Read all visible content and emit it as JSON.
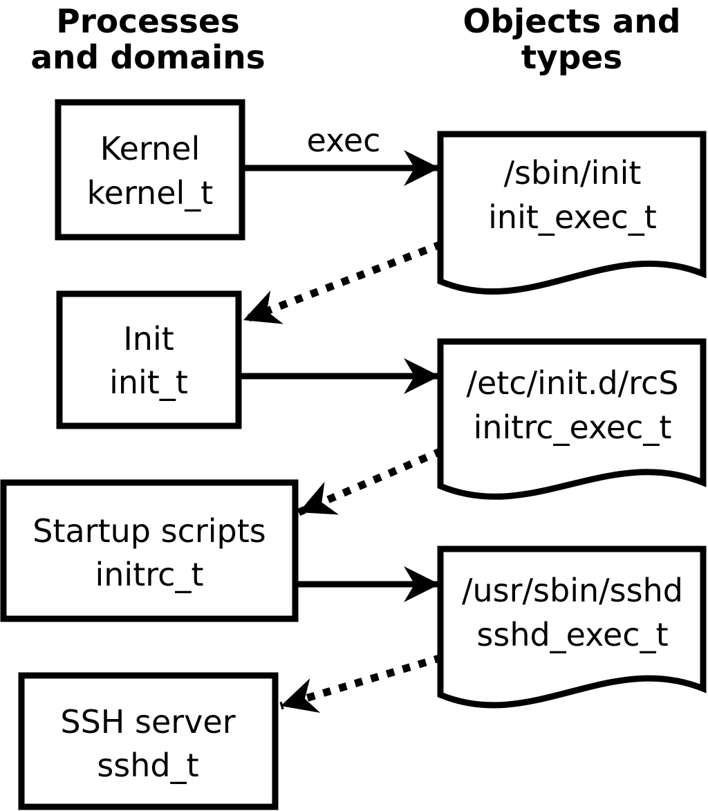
{
  "diagram": {
    "headers": {
      "left": {
        "line1": "Processes",
        "line2": "and domains"
      },
      "right": {
        "line1": "Objects and",
        "line2": "types"
      }
    },
    "processes": [
      {
        "name": "Kernel",
        "type": "kernel_t"
      },
      {
        "name": "Init",
        "type": "init_t"
      },
      {
        "name": "Startup scripts",
        "type": "initrc_t"
      },
      {
        "name": "SSH server",
        "type": "sshd_t"
      }
    ],
    "objects": [
      {
        "path": "/sbin/init",
        "type": "init_exec_t"
      },
      {
        "path": "/etc/init.d/rcS",
        "type": "initrc_exec_t"
      },
      {
        "path": "/usr/sbin/sshd",
        "type": "sshd_exec_t"
      }
    ],
    "arrow_label": "exec",
    "colors": {
      "foreground": "#000000",
      "background": "#ffffff"
    }
  }
}
